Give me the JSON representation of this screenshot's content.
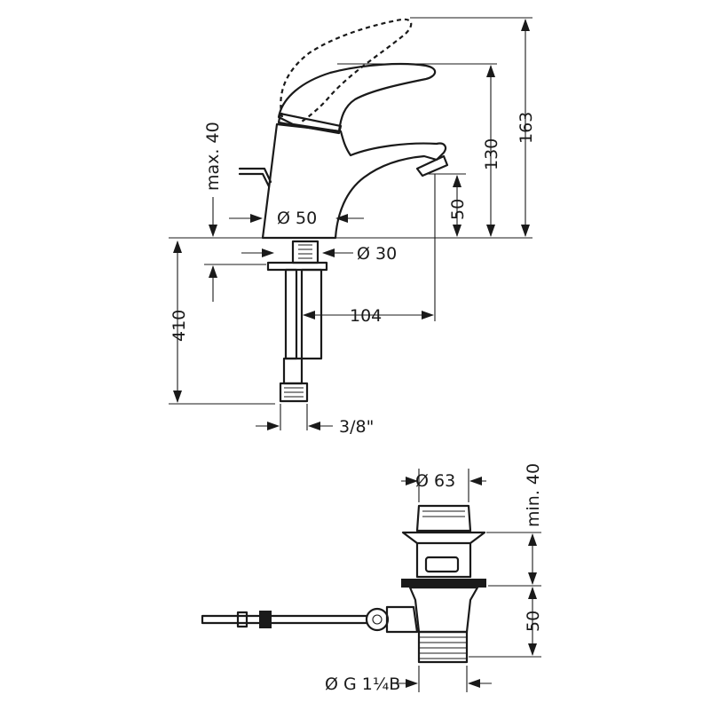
{
  "faucet": {
    "max_height": "max. 40",
    "body_diameter": "Ø 50",
    "inlet_diameter": "Ø 30",
    "spout_reach": "104",
    "connection": "3/8\"",
    "hose_length": "410",
    "spout_height": "50",
    "lever_height": "130",
    "total_height": "163"
  },
  "drain": {
    "top_diameter": "Ø 63",
    "min_height": "min. 40",
    "body_height": "50",
    "thread": "Ø G 1¼B"
  }
}
